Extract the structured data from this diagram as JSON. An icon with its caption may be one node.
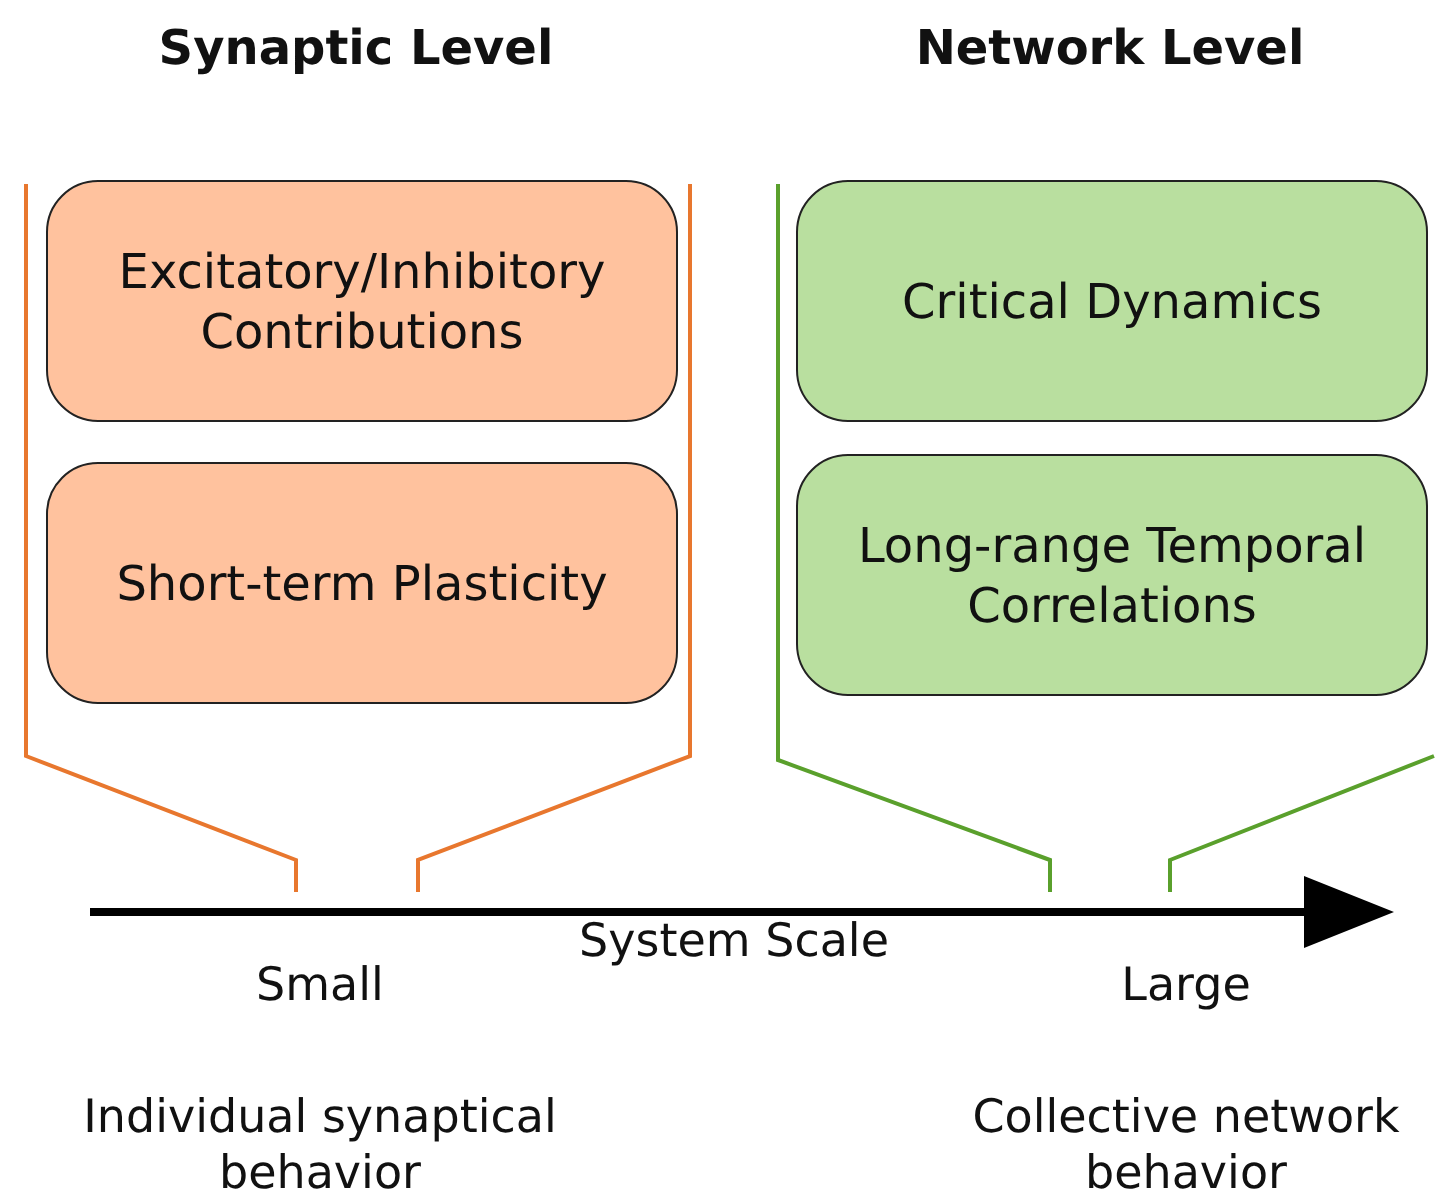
{
  "diagram": {
    "nodes": [
      {
        "text": [
          "Excitatory/Inhibitory Contributions"
        ]
      },
      {
        "text": [
          "Short-term Plasticity"
        ]
      },
      {
        "text": [
          "Critical Dynamics"
        ]
      },
      {
        "text": [
          "Long-range Temporal Correlations"
        ]
      }
    ],
    "labels": [
      "Synaptic Level",
      "Network Level",
      "System Scale",
      "Small",
      "Large",
      "Individual synaptical behavior",
      "Collective network behavior"
    ]
  }
}
